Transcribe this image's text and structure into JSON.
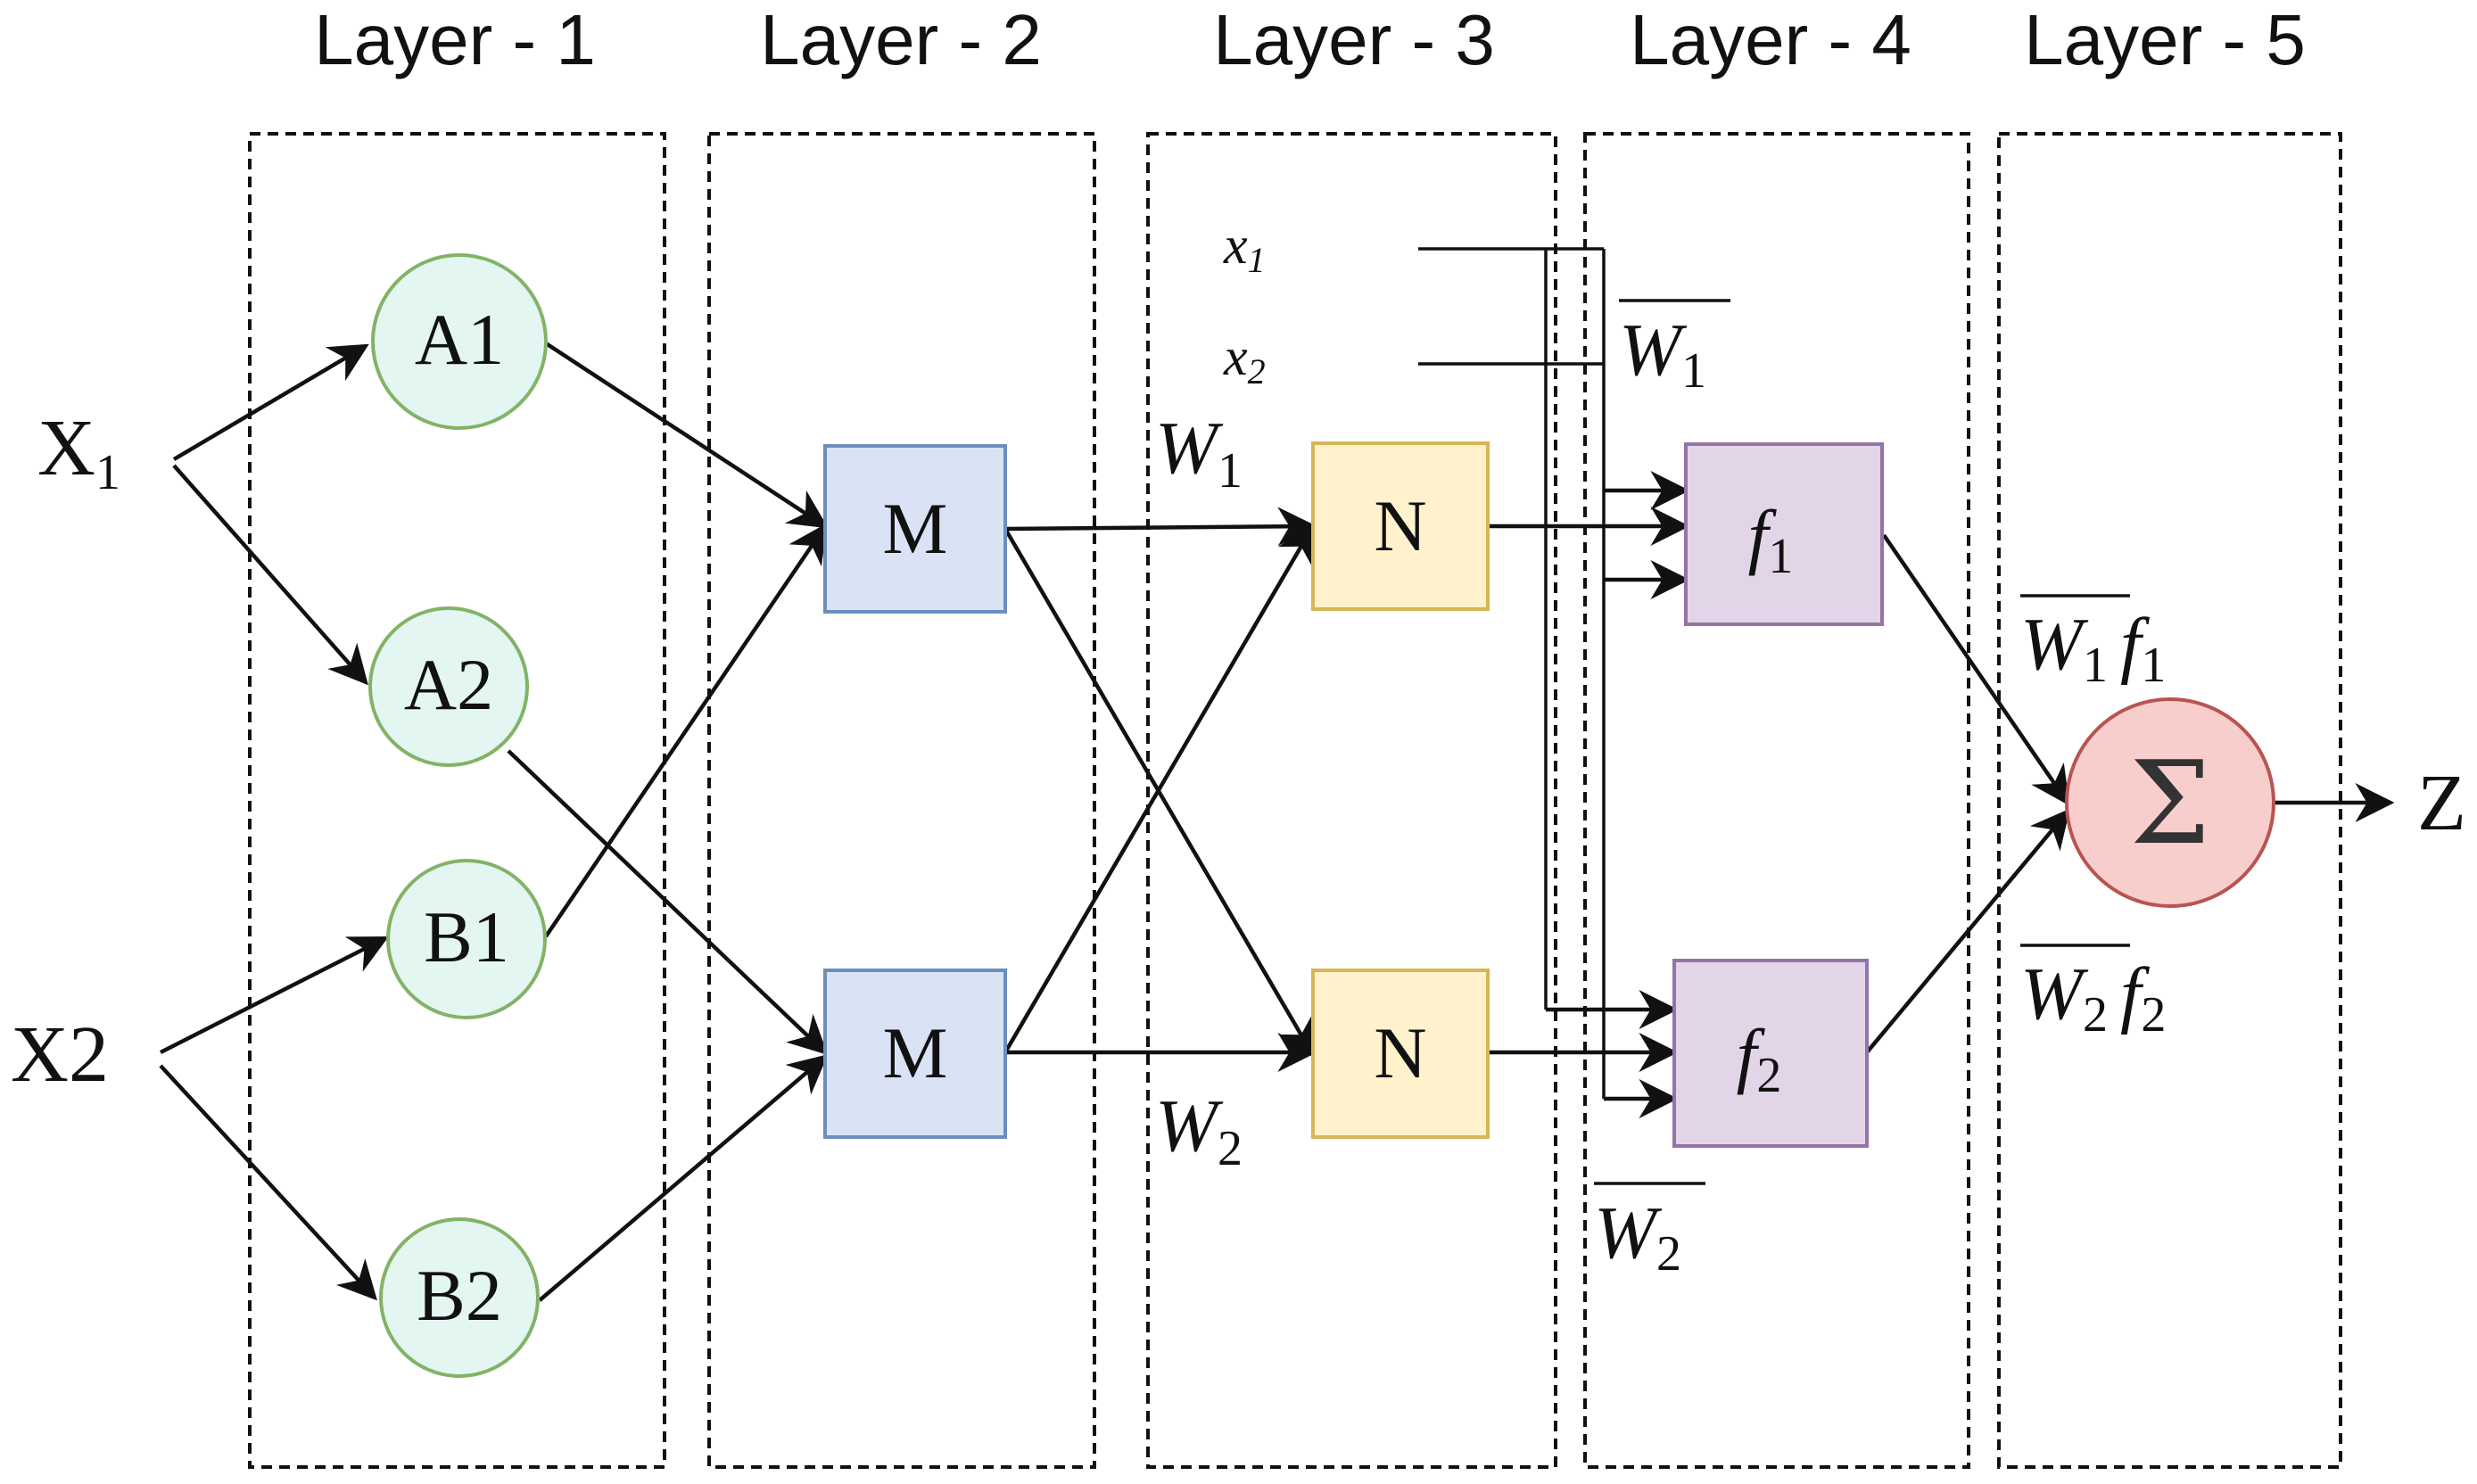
{
  "layers": [
    {
      "title": "Layer - 1"
    },
    {
      "title": "Layer - 2"
    },
    {
      "title": "Layer - 3"
    },
    {
      "title": "Layer - 4"
    },
    {
      "title": "Layer - 5"
    }
  ],
  "inputs": {
    "x1": {
      "base": "X",
      "sub": "1"
    },
    "x2": "X2"
  },
  "output": "Z",
  "membership_nodes": {
    "a1": "A1",
    "a2": "A2",
    "b1": "B1",
    "b2": "B2"
  },
  "product_nodes": {
    "m1": "M",
    "m2": "M"
  },
  "normalize_nodes": {
    "n1": "N",
    "n2": "N"
  },
  "rule_nodes": {
    "f1": {
      "base": "f",
      "sub": "1"
    },
    "f2": {
      "base": "f",
      "sub": "2"
    }
  },
  "sum_node": "Σ",
  "labels": {
    "w1": {
      "base": "W",
      "sub": "1"
    },
    "w2": {
      "base": "W",
      "sub": "2"
    },
    "wbar1": {
      "base": "W",
      "sub": "1"
    },
    "wbar2": {
      "base": "W",
      "sub": "2"
    },
    "wbar1f1": {
      "w": "W",
      "w_sub": "1",
      "f": "f",
      "f_sub": "1"
    },
    "wbar2f2": {
      "w": "W",
      "w_sub": "2",
      "f": "f",
      "f_sub": "2"
    },
    "x1_small": {
      "base": "x",
      "sub": "1"
    },
    "x2_small": {
      "base": "x",
      "sub": "2"
    }
  },
  "colors": {
    "membership_fill": "#e3f6f2",
    "membership_stroke": "#82b366",
    "product_fill": "#dae3f5",
    "product_stroke": "#6c8ebf",
    "normalize_fill": "#fff2cc",
    "normalize_stroke": "#d6b656",
    "rule_fill": "#e1d5e7",
    "rule_stroke": "#9673a6",
    "sum_fill": "#f8cecc",
    "sum_stroke": "#b85450"
  }
}
